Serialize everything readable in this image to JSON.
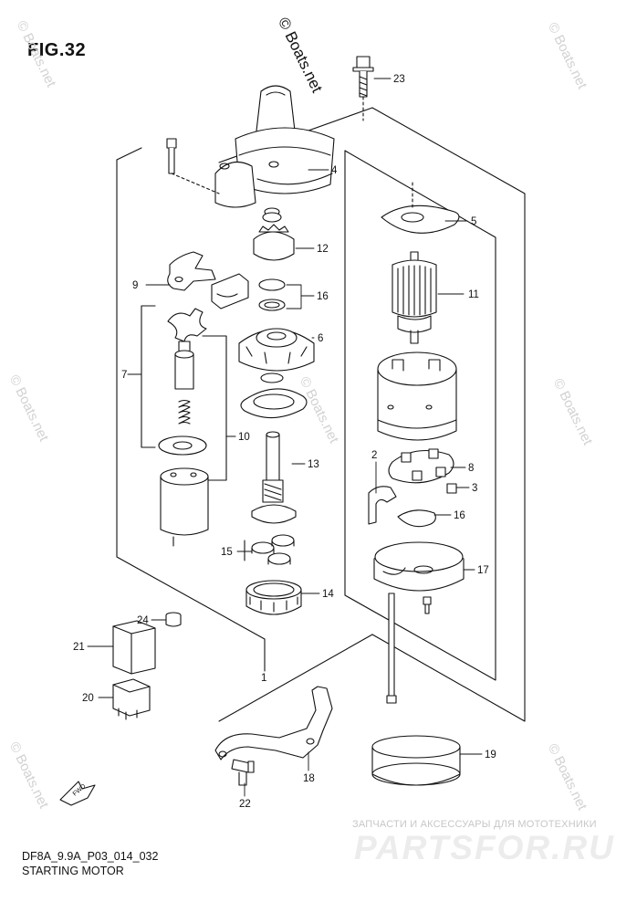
{
  "figure": {
    "title": "FIG.32",
    "code": "DF8A_9.9A_P03_014_032",
    "name": "STARTING MOTOR"
  },
  "watermarks": {
    "top": "© Boats.net",
    "faint": "© Boats.net",
    "ru_caption": "ЗАПЧАСТИ И АКСЕССУАРЫ ДЛЯ МОТОТЕХНИКИ",
    "ru_brand": "PARTSFOR.RU"
  },
  "fwd_label": "FWD",
  "callouts": [
    "23",
    "4",
    "5",
    "12",
    "9",
    "16",
    "11",
    "6",
    "7",
    "10",
    "13",
    "2",
    "8",
    "3",
    "16",
    "15",
    "17",
    "14",
    "24",
    "21",
    "1",
    "20",
    "19",
    "18",
    "22"
  ],
  "colors": {
    "line": "#111111",
    "watermark": "#d0d0d0",
    "brand": "#e6e6e6"
  }
}
